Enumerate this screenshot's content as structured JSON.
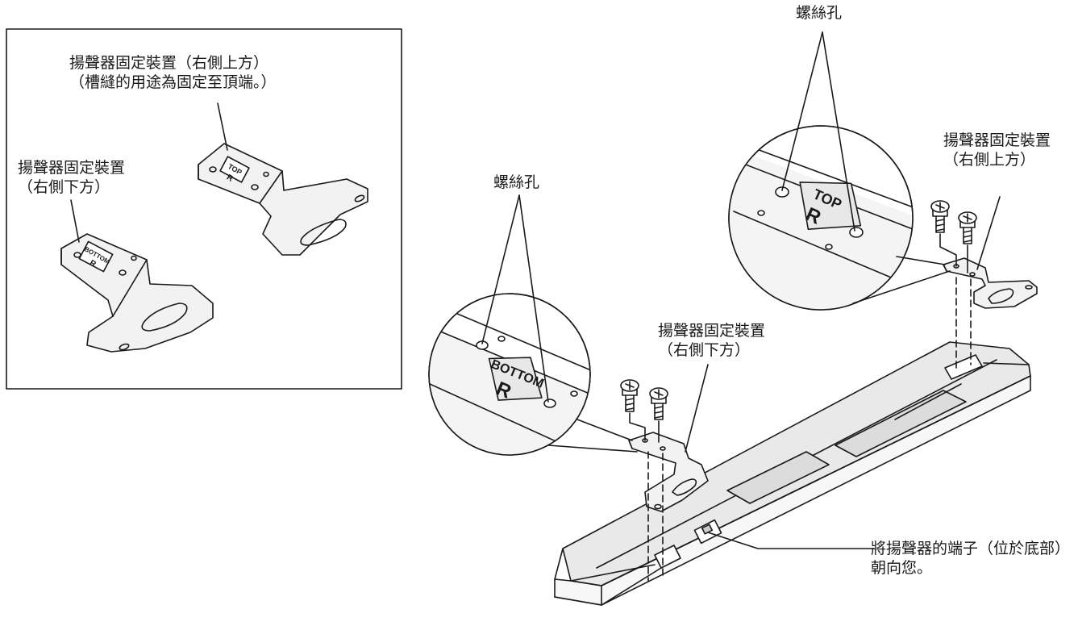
{
  "inset": {
    "top_bracket_label": {
      "line1": "揚聲器固定裝置（右側上方）",
      "line2": "（槽縫的用途為固定至頂端。）"
    },
    "bottom_bracket_label": {
      "line1": "揚聲器固定裝置",
      "line2": "（右側下方）"
    },
    "top_plate_mark": {
      "word": "TOP",
      "side": "R"
    },
    "bottom_plate_mark": {
      "word": "BOTTOM",
      "side": "R"
    }
  },
  "main": {
    "screw_hole_label_top": "螺絲孔",
    "screw_hole_label_bottom": "螺絲孔",
    "top_bracket_label": {
      "line1": "揚聲器固定裝置",
      "line2": "（右側上方）"
    },
    "bottom_bracket_label": {
      "line1": "揚聲器固定裝置",
      "line2": "（右側下方）"
    },
    "terminal_label": {
      "line1": "將揚聲器的端子（位於底部）",
      "line2": "朝向您。"
    },
    "zoom_top_mark": {
      "word": "TOP",
      "side": "R"
    },
    "zoom_bottom_mark": {
      "word": "BOTTOM",
      "side": "R"
    }
  },
  "colors": {
    "line": "#1a1a1a",
    "panel": "#e9e9e9",
    "background": "#ffffff"
  }
}
